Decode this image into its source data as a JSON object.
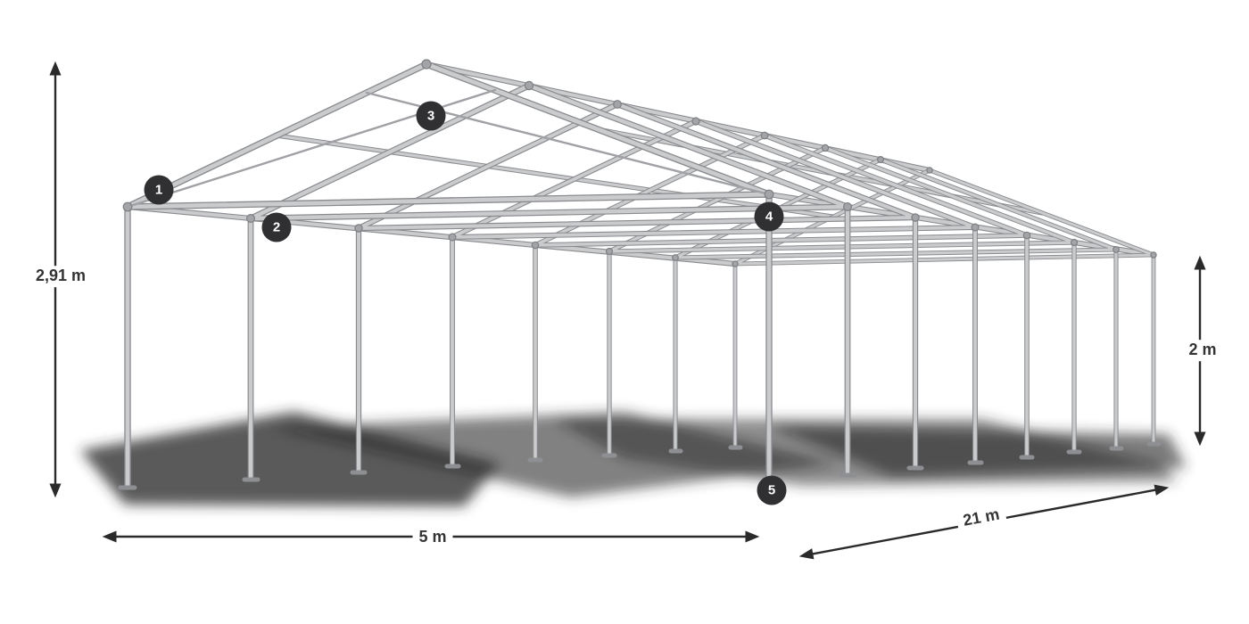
{
  "dimensions": {
    "total_height": "2,91 m",
    "side_height": "2 m",
    "width": "5 m",
    "length": "21 m"
  },
  "callouts": [
    {
      "number": "1"
    },
    {
      "number": "2"
    },
    {
      "number": "3"
    },
    {
      "number": "4"
    },
    {
      "number": "5"
    }
  ],
  "colors": {
    "tube_highlight": "#c9cbcd",
    "tube_outline": "#898b8e",
    "connector": "#a2a4a7",
    "shadow": "#2d2d2d",
    "arrow": "#2a2a2a",
    "badge_background": "#303032",
    "badge_text": "#ffffff",
    "background": "#ffffff"
  }
}
